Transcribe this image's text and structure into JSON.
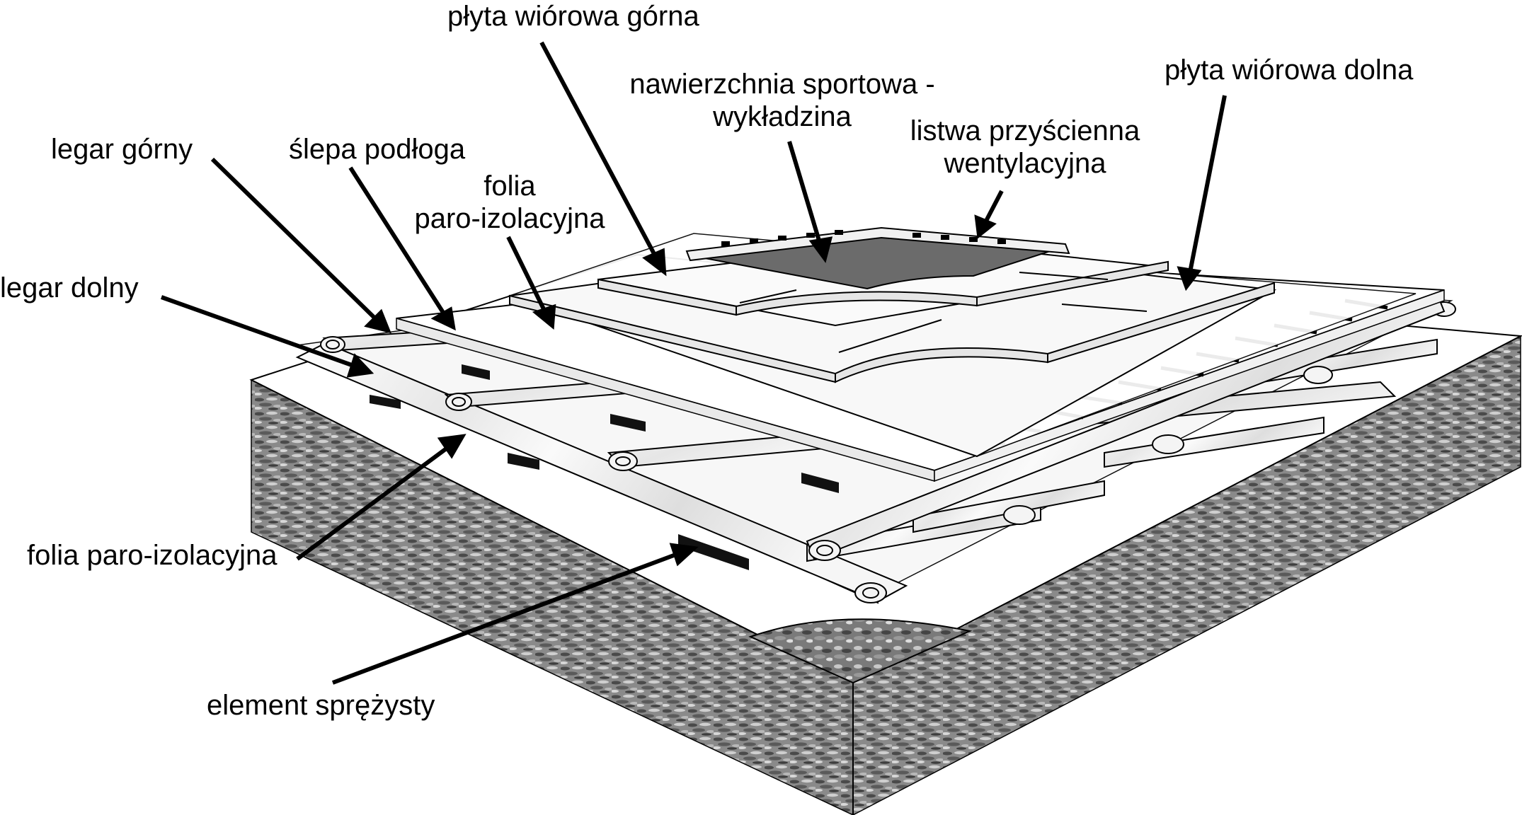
{
  "labels": {
    "plyta_gorna": "płyta wiórowa górna",
    "nawierzchnia_1": "nawierzchnia sportowa -",
    "nawierzchnia_2": "wykładzina",
    "plyta_dolna": "płyta wiórowa dolna",
    "listwa_1": "listwa przyścienna",
    "listwa_2": "wentylacyjna",
    "legar_gorny": "legar górny",
    "slepa_podloga": "ślepa podłoga",
    "folia_top_1": "folia",
    "folia_top_2": "paro-izolacyjna",
    "legar_dolny": "legar dolny",
    "folia_bottom": "folia paro-izolacyjna",
    "element": "element sprężysty"
  },
  "colors": {
    "ink": "#000000",
    "concrete_light": "#9a9a9a",
    "concrete_dark": "#3e3e3e",
    "floor_cover": "#6b6b6b",
    "panel": "#f2f2f2"
  }
}
